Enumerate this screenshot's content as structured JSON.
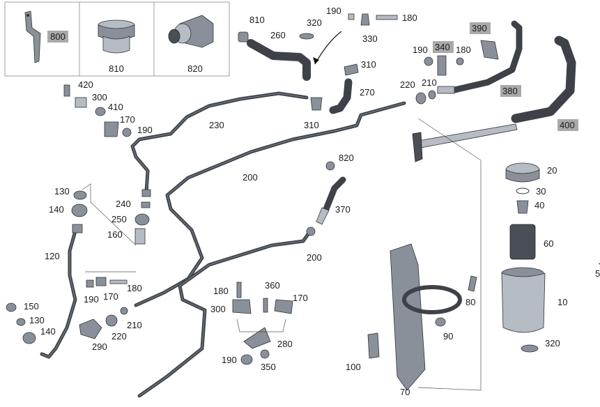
{
  "legend_box": [
    {
      "id": "box-800",
      "label": "800",
      "highlight": true
    },
    {
      "id": "box-810",
      "label": "810",
      "highlight": false
    },
    {
      "id": "box-820",
      "label": "820",
      "highlight": false
    }
  ],
  "labels": {
    "l810": "810",
    "l260": "260",
    "l320a": "320",
    "l190a": "190",
    "l180a": "180",
    "l330": "330",
    "l390": "390",
    "l340": "340",
    "l190b": "190",
    "l180b": "180",
    "l310a": "310",
    "l270": "270",
    "l220a": "220",
    "l210a": "210",
    "l380": "380",
    "l400": "400",
    "l420": "420",
    "l300a": "300",
    "l410": "410",
    "l170a": "170",
    "l190c": "190",
    "l230": "230",
    "l310b": "310",
    "l200a": "200",
    "l820": "820",
    "l370": "370",
    "l200b": "200",
    "l130a": "130",
    "l140a": "140",
    "l240": "240",
    "l250": "250",
    "l160": "160",
    "l120": "120",
    "l190d": "190",
    "l170b": "170",
    "l180c": "180",
    "l150": "150",
    "l130b": "130",
    "l140b": "140",
    "l210b": "210",
    "l220b": "220",
    "l290": "290",
    "l180d": "180",
    "l360": "360",
    "l300b": "300",
    "l170c": "170",
    "l280": "280",
    "l190e": "190",
    "l350": "350",
    "l20": "20",
    "l30": "30",
    "l40": "40",
    "l60": "60",
    "l80": "80",
    "l10": "10",
    "l90": "90",
    "l320b": "320",
    "l100": "100",
    "l70": "70",
    "l5": "5"
  },
  "highlighted": [
    "800",
    "390",
    "340",
    "380",
    "400"
  ],
  "colors": {
    "highlight_bg": "#a9a9a9",
    "hose": "#3e4248",
    "metal": "#8a9099"
  }
}
